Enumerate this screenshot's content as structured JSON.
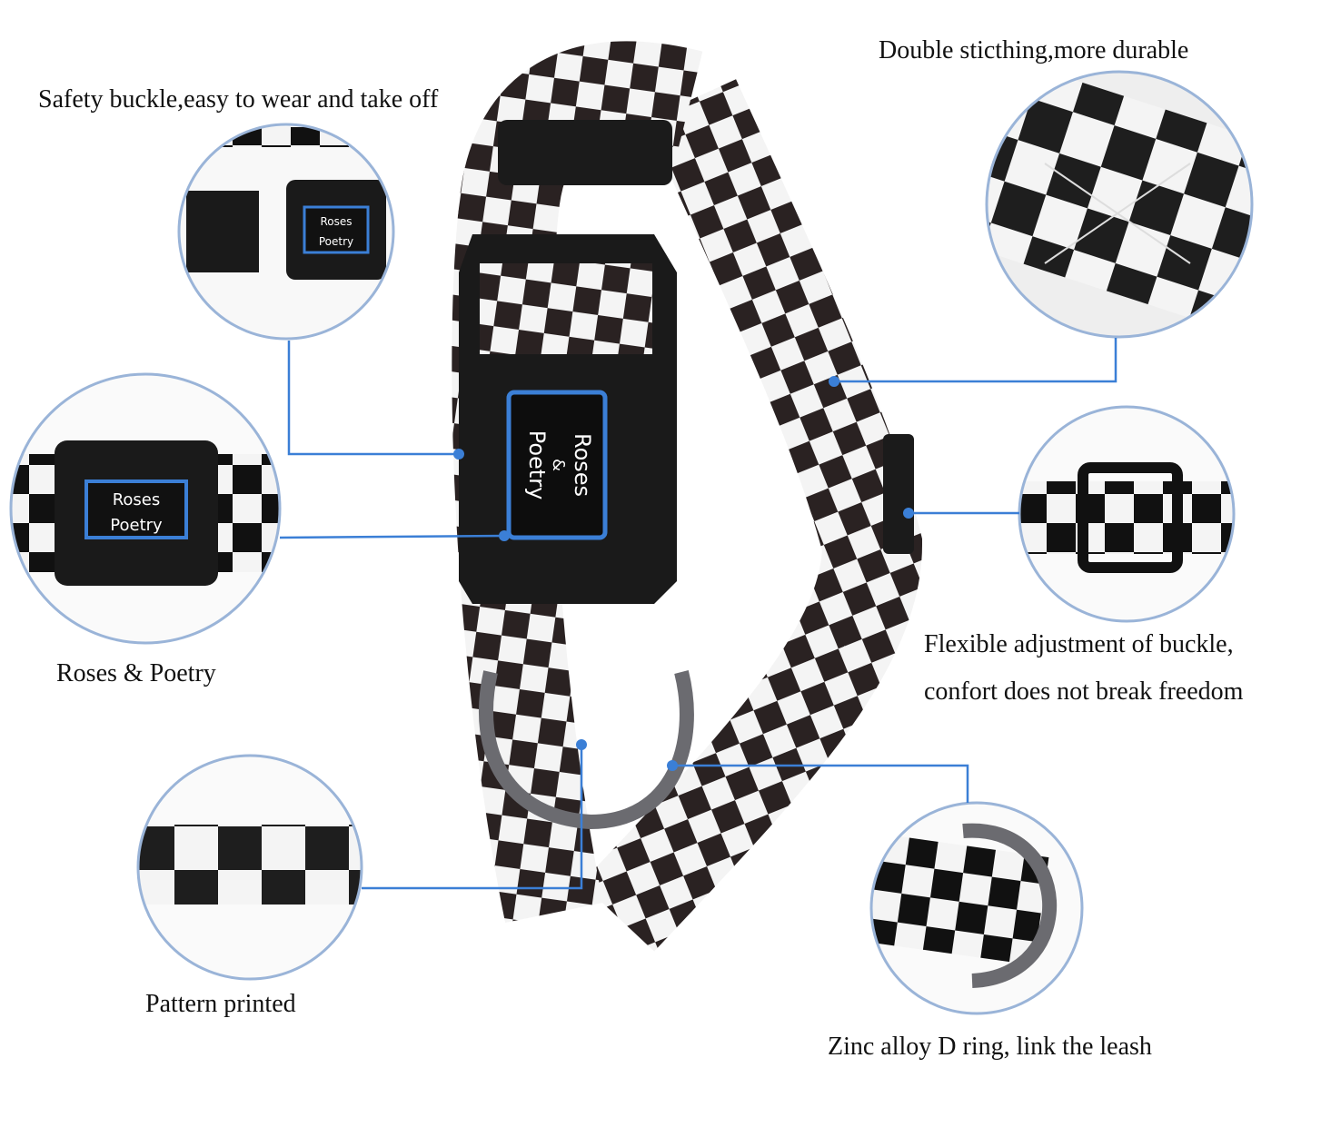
{
  "labels": {
    "safety_buckle": "Safety buckle,easy to wear and take off",
    "double_stitching": "Double sticthing,more durable",
    "brand": "Roses & Poetry",
    "flexible_line1": "Flexible adjustment of buckle,",
    "flexible_line2": "confort does not break freedom",
    "pattern": "Pattern printed",
    "d_ring": "Zinc alloy D ring, link the leash"
  },
  "logo_text": {
    "line1": "Roses",
    "line2": "&",
    "line3": "Poetry"
  },
  "colors": {
    "accent": "#3b7fd6",
    "strap_dark": "#2a2222",
    "strap_light": "#f4f4f4",
    "buckle": "#1a1a1a",
    "ring": "#6b6b70"
  }
}
